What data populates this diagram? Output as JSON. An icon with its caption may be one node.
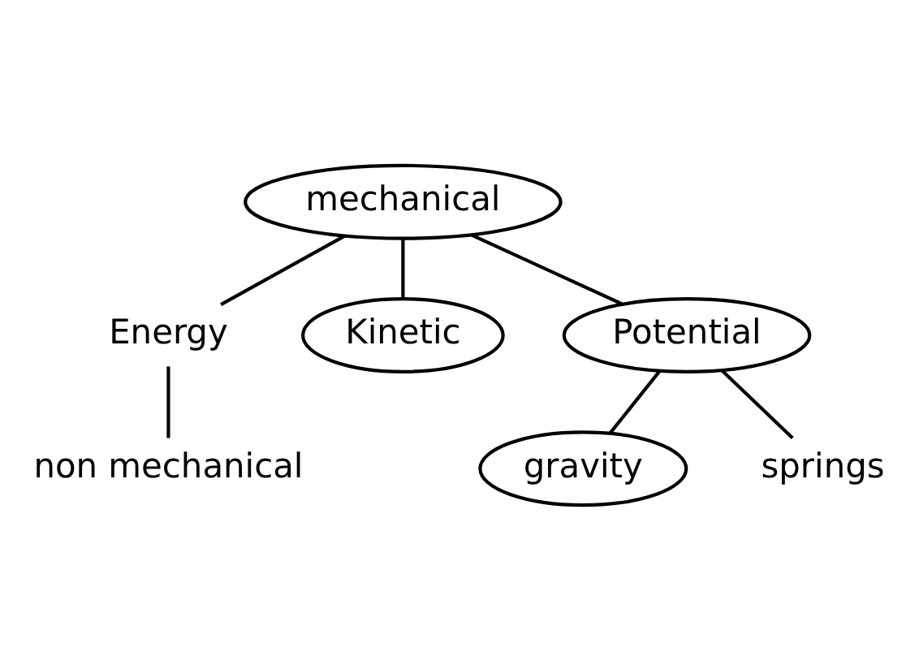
{
  "diagram": {
    "nodes": [
      {
        "text": [
          "Energy"
        ]
      },
      {
        "text": [
          "non mechanical"
        ]
      },
      {
        "text": [
          "mechanical"
        ]
      },
      {
        "text": [
          "Kinetic"
        ]
      },
      {
        "text": [
          "Potential"
        ]
      },
      {
        "text": [
          "gravity"
        ]
      },
      {
        "text": [
          "springs"
        ]
      }
    ],
    "edges": [
      {
        "from": 2,
        "to": 0,
        "arrow": "none"
      },
      {
        "from": 0,
        "to": 1,
        "arrow": "none"
      },
      {
        "from": 2,
        "to": 3,
        "arrow": "none"
      },
      {
        "from": 2,
        "to": 4,
        "arrow": "none"
      },
      {
        "from": 4,
        "to": 5,
        "arrow": "none"
      },
      {
        "from": 4,
        "to": 6,
        "arrow": "none"
      }
    ]
  }
}
